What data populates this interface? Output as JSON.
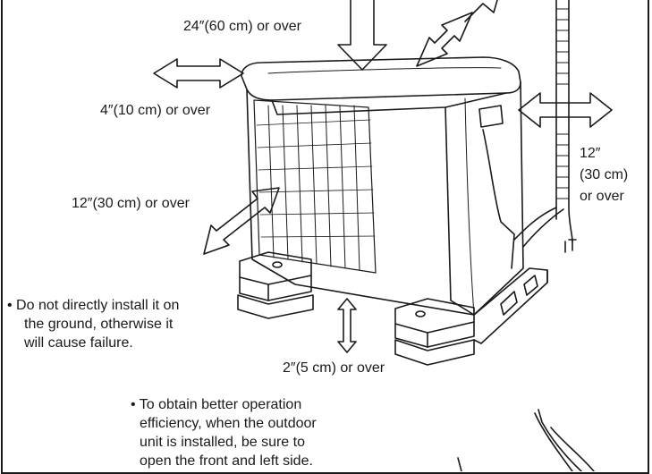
{
  "labels": {
    "top_clearance": "24″(60 cm) or over",
    "left_clearance": "4″(10 cm) or over",
    "front_clearance": "12″(30 cm) or over",
    "right_clearance": [
      "12″",
      "(30 cm)",
      "or over"
    ],
    "bottom_clearance": "2″(5 cm) or over"
  },
  "notes": {
    "ground_note": [
      "• Do not directly install it on",
      "the ground, otherwise it",
      "will cause failure."
    ],
    "efficiency_note": [
      "• To obtain better operation",
      "efficiency, when the outdoor",
      "unit is installed, be sure to",
      "open the front and left side."
    ]
  }
}
